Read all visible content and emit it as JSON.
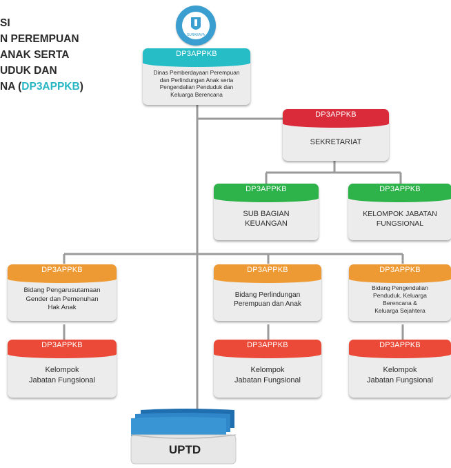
{
  "page_title": {
    "lines": [
      "SI",
      "N PEREMPUAN",
      "ANAK SERTA",
      "UDUK DAN"
    ],
    "last_line_prefix": "NA (",
    "last_line_acronym": "DP3APPKB",
    "last_line_suffix": ")"
  },
  "colors": {
    "teal": "#27bdc7",
    "red": "#d92b3a",
    "green": "#2db34a",
    "orange": "#ee9a34",
    "coral": "#ec4a38",
    "uptd_blue": "#2f86c8"
  },
  "logo": {
    "icon": "surabaya-city-emblem-icon",
    "text": "SURABAYA"
  },
  "head": {
    "header": "DP3APPKB",
    "lines": [
      "Dinas Pemberdayaan Perempuan",
      "dan Perlindungan Anak serta",
      "Pengendalian Penduduk dan",
      "Keluarga Berencana"
    ]
  },
  "sekretariat": {
    "header": "DP3APPKB",
    "text": "SEKRETARIAT"
  },
  "sub_bagian_keuangan": {
    "header": "DP3APPKB",
    "lines": [
      "SUB BAGIAN",
      "KEUANGAN"
    ]
  },
  "kelompok_jabatan_sekretariat": {
    "header": "DP3APPKB",
    "lines": [
      "KELOMPOK JABATAN",
      "FUNGSIONAL"
    ]
  },
  "bidang_pug": {
    "header": "DP3APPKB",
    "lines": [
      "Bidang Pengarusutamaan",
      "Gender dan Pemenuhan",
      "Hak Anak"
    ]
  },
  "bidang_perlindungan": {
    "header": "DP3APPKB",
    "lines": [
      "Bidang Perlindungan",
      "Perempuan dan Anak"
    ]
  },
  "bidang_pengendalian": {
    "header": "DP3APPKB",
    "lines": [
      "Bidang Pengendalian",
      "Penduduk, Keluarga",
      "Berencana &",
      "Keluarga Sejahtera"
    ]
  },
  "kelompok_1": {
    "header": "DP3APPKB",
    "lines": [
      "Kelompok",
      "Jabatan Fungsional"
    ]
  },
  "kelompok_2": {
    "header": "DP3APPKB",
    "lines": [
      "Kelompok",
      "Jabatan Fungsional"
    ]
  },
  "kelompok_3": {
    "header": "DP3APPKB",
    "lines": [
      "Kelompok",
      "Jabatan Fungsional"
    ]
  },
  "uptd": {
    "label": "UPTD"
  }
}
